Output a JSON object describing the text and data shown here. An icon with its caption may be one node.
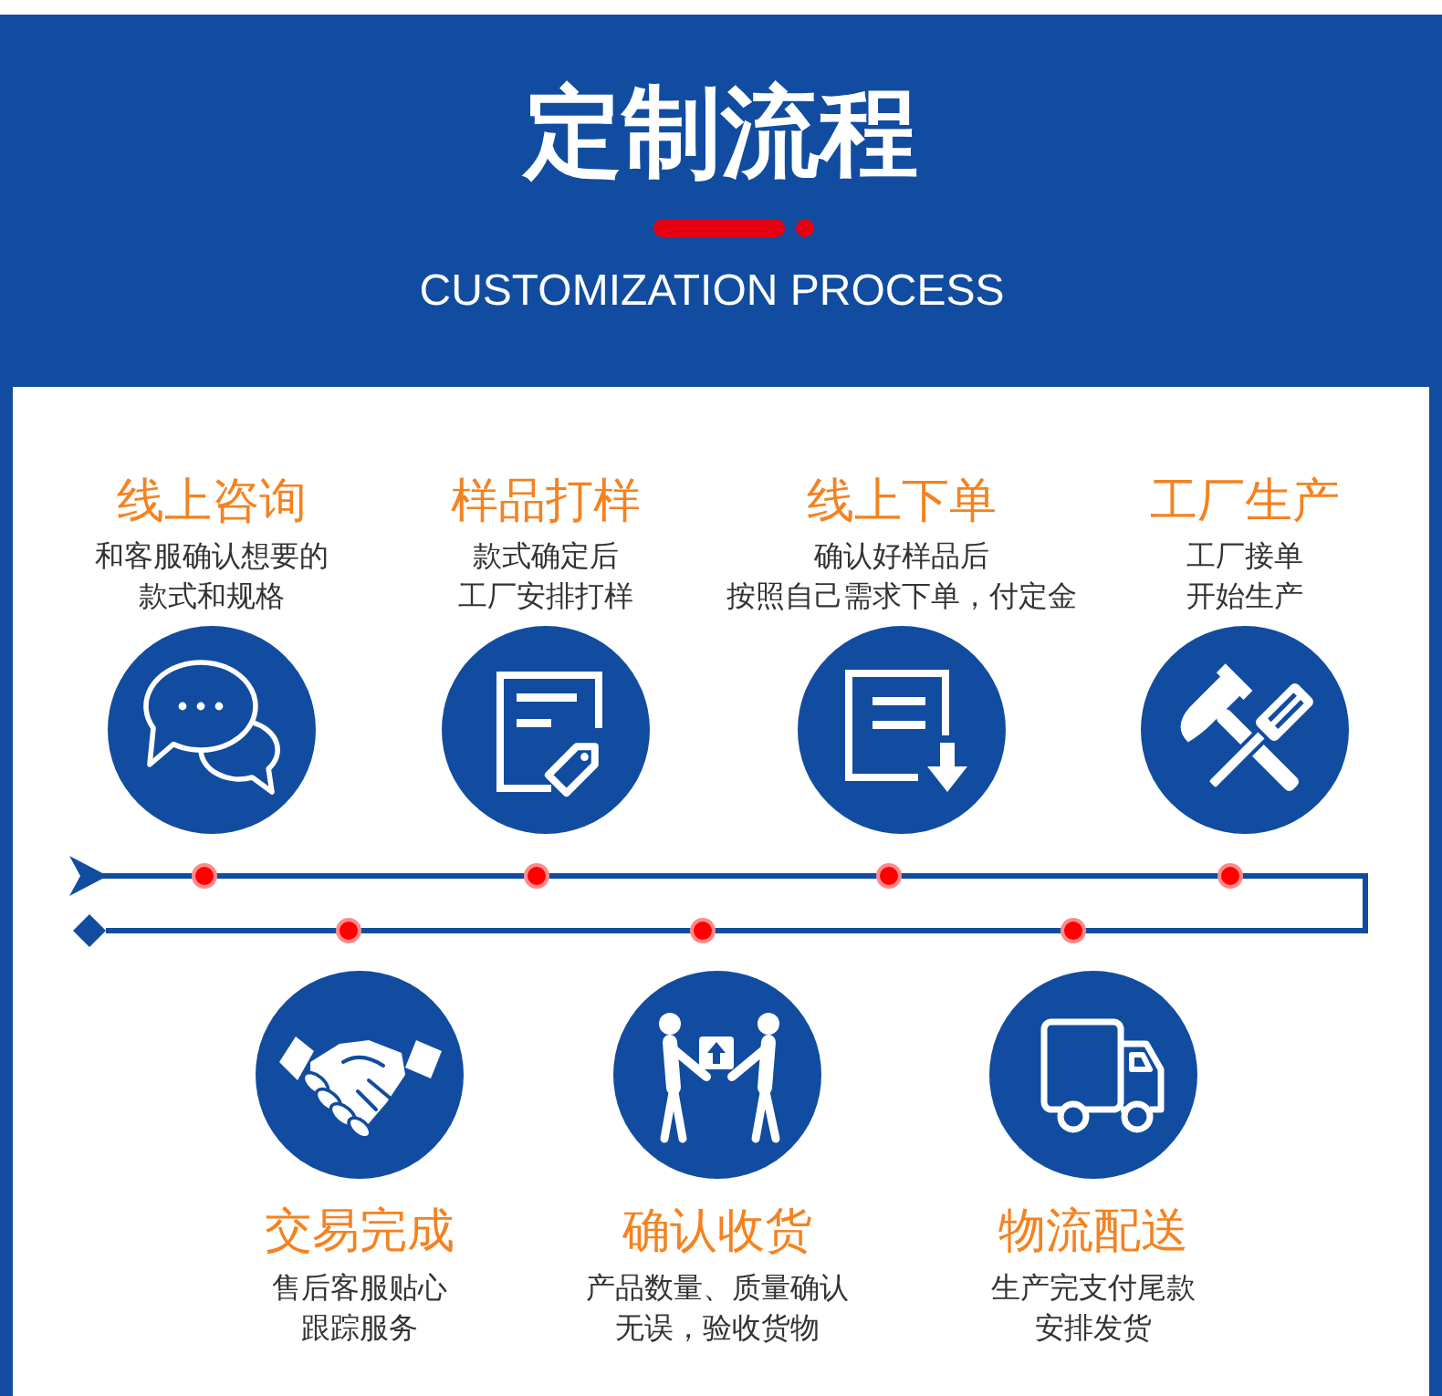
{
  "diagram": {
    "title": "定制流程",
    "nodes": [
      {
        "text": [
          "线上咨询",
          "和客服确认想要的款式和规格"
        ]
      },
      {
        "text": [
          "样品打样",
          "款式确定后工厂安排打样"
        ]
      },
      {
        "text": [
          "线上下单",
          "确认好样品后按照自己需求下单，付定金"
        ]
      },
      {
        "text": [
          "工厂生产",
          "工厂接单开始生产"
        ]
      },
      {
        "text": [
          "交易完成",
          "售后客服贴心跟踪服务"
        ]
      },
      {
        "text": [
          "确认收货",
          "产品数量、质量确认无误，验收货物"
        ]
      },
      {
        "text": [
          "物流配送",
          "生产完支付尾款安排发货"
        ]
      }
    ],
    "labels": [
      "CUSTOMIZATION PROCESS"
    ]
  }
}
